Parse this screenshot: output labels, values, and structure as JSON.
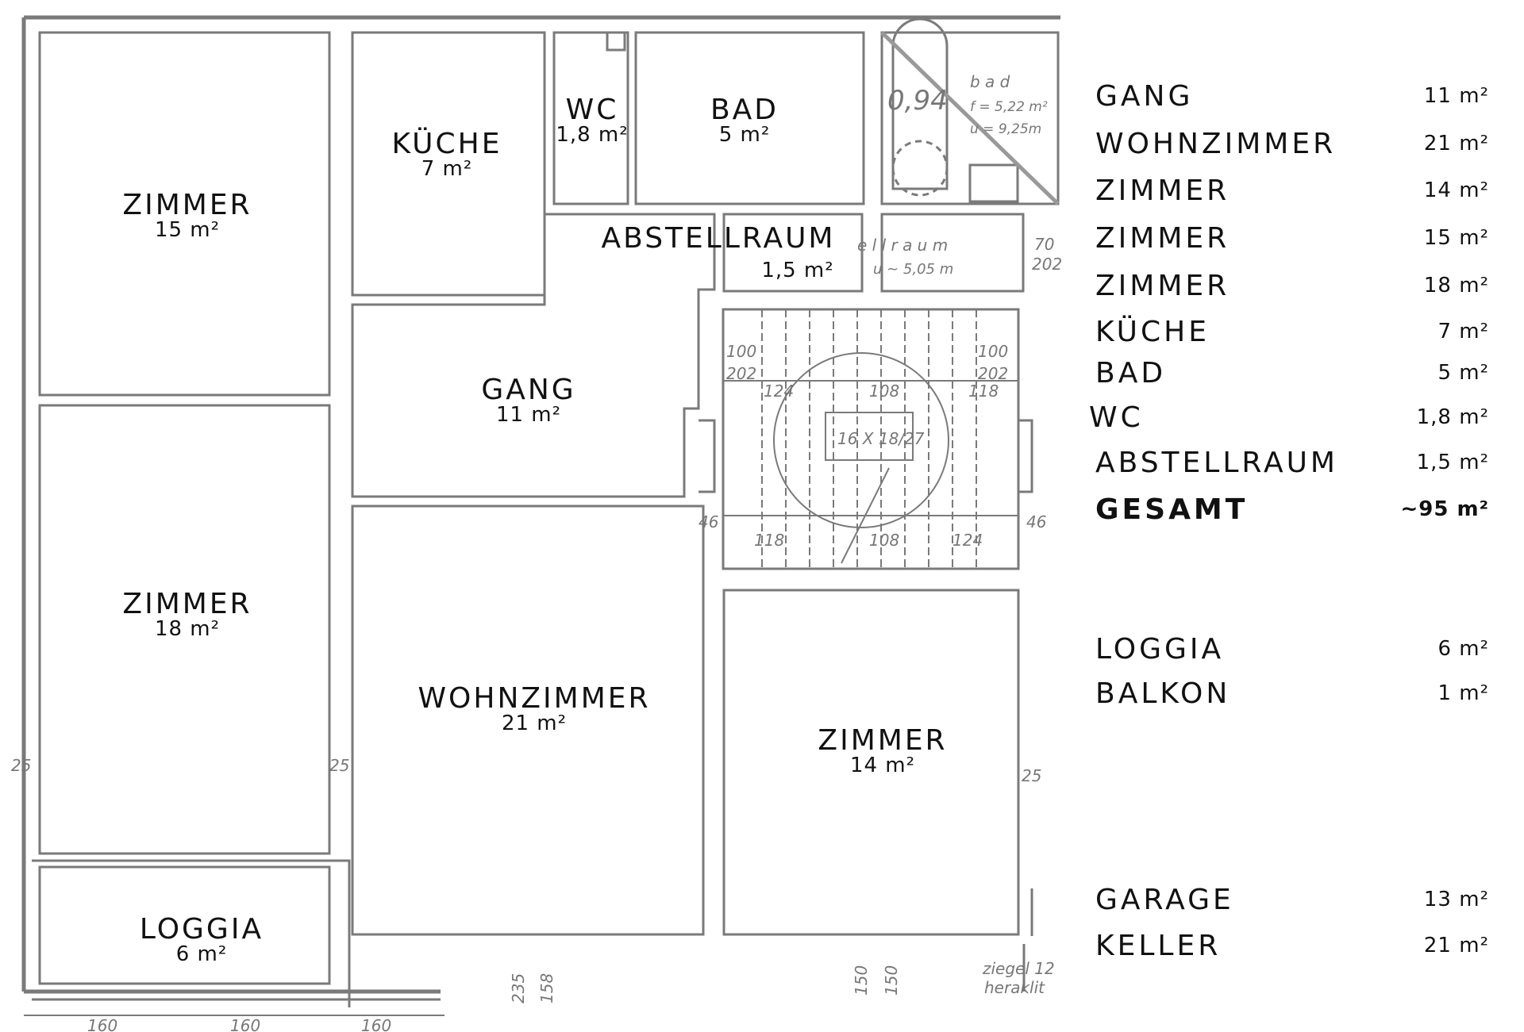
{
  "plan": {
    "rooms": [
      {
        "name": "ZIMMER",
        "area": "15 m²"
      },
      {
        "name": "ZIMMER",
        "area": "18 m²"
      },
      {
        "name": "LOGGIA",
        "area": "6 m²"
      },
      {
        "name": "KÜCHE",
        "area": "7 m²"
      },
      {
        "name": "WC",
        "area": "1,8 m²"
      },
      {
        "name": "BAD",
        "area": "5 m²"
      },
      {
        "name": "ABSTELLRAUM",
        "area": "1,5 m²"
      },
      {
        "name": "GANG",
        "area": "11 m²"
      },
      {
        "name": "WOHNZIMMER",
        "area": "21 m²"
      },
      {
        "name": "ZIMMER",
        "area": "14 m²"
      }
    ],
    "annotations": {
      "level": "0,94",
      "bad_title": "b   a   d",
      "bad_f": "f = 5,22 m²",
      "bad_u": "u = 9,25m",
      "raum": "e l l r a u m",
      "raum_u": "u ~ 5,05 m",
      "door1": "70",
      "door2": "202",
      "stairs": "16 X 18/27",
      "d100a": "100",
      "d202a": "202",
      "d100b": "100",
      "d202b": "202",
      "d124a": "124",
      "d108a": "108",
      "d118a": "118",
      "d118b": "118",
      "d108b": "108",
      "d124b": "124",
      "d46a": "46",
      "d46b": "46",
      "d25a": "25",
      "d25b": "25",
      "d25c": "25",
      "d235": "235",
      "d158": "158",
      "d150a": "150",
      "d150b": "150",
      "d160a": "160",
      "d160b": "160",
      "d160c": "160",
      "ziegel": "ziegel 12",
      "heraklit": "heraklit"
    }
  },
  "legend": {
    "rows": [
      {
        "name": "GANG",
        "area": "11 m²"
      },
      {
        "name": "WOHNZIMMER",
        "area": "21 m²"
      },
      {
        "name": "ZIMMER",
        "area": "14 m²"
      },
      {
        "name": "ZIMMER",
        "area": "15 m²"
      },
      {
        "name": "ZIMMER",
        "area": "18 m²"
      },
      {
        "name": "KÜCHE",
        "area": "7 m²"
      },
      {
        "name": "BAD",
        "area": "5 m²"
      },
      {
        "name": "WC",
        "area": "1,8 m²"
      },
      {
        "name": "ABSTELLRAUM",
        "area": "1,5 m²"
      }
    ],
    "total": {
      "name": "GESAMT",
      "area": "~95 m²"
    },
    "outdoor": [
      {
        "name": "LOGGIA",
        "area": "6 m²"
      },
      {
        "name": "BALKON",
        "area": "1 m²"
      }
    ],
    "extra": [
      {
        "name": "GARAGE",
        "area": "13 m²"
      },
      {
        "name": "KELLER",
        "area": "21 m²"
      }
    ]
  }
}
